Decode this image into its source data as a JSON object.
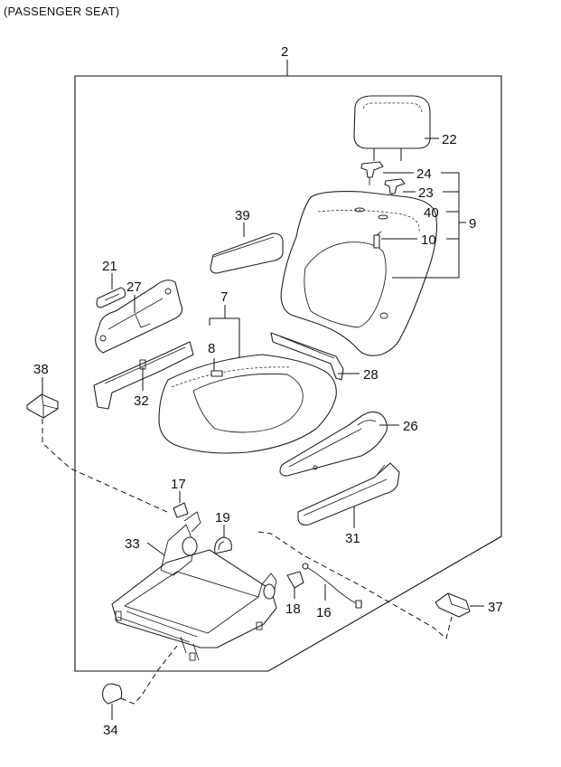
{
  "header": {
    "text": "(PASSENGER SEAT)"
  },
  "callouts": [
    {
      "id": "2",
      "text": "2"
    },
    {
      "id": "22",
      "text": "22"
    },
    {
      "id": "24",
      "text": "24"
    },
    {
      "id": "23",
      "text": "23"
    },
    {
      "id": "40",
      "text": "40"
    },
    {
      "id": "9",
      "text": "9"
    },
    {
      "id": "10",
      "text": "10"
    },
    {
      "id": "39",
      "text": "39"
    },
    {
      "id": "21",
      "text": "21"
    },
    {
      "id": "27",
      "text": "27"
    },
    {
      "id": "7",
      "text": "7"
    },
    {
      "id": "8",
      "text": "8"
    },
    {
      "id": "38",
      "text": "38"
    },
    {
      "id": "32",
      "text": "32"
    },
    {
      "id": "28",
      "text": "28"
    },
    {
      "id": "26",
      "text": "26"
    },
    {
      "id": "17",
      "text": "17"
    },
    {
      "id": "19",
      "text": "19"
    },
    {
      "id": "33",
      "text": "33"
    },
    {
      "id": "31",
      "text": "31"
    },
    {
      "id": "18",
      "text": "18"
    },
    {
      "id": "16",
      "text": "16"
    },
    {
      "id": "37",
      "text": "37"
    },
    {
      "id": "34",
      "text": "34"
    }
  ]
}
